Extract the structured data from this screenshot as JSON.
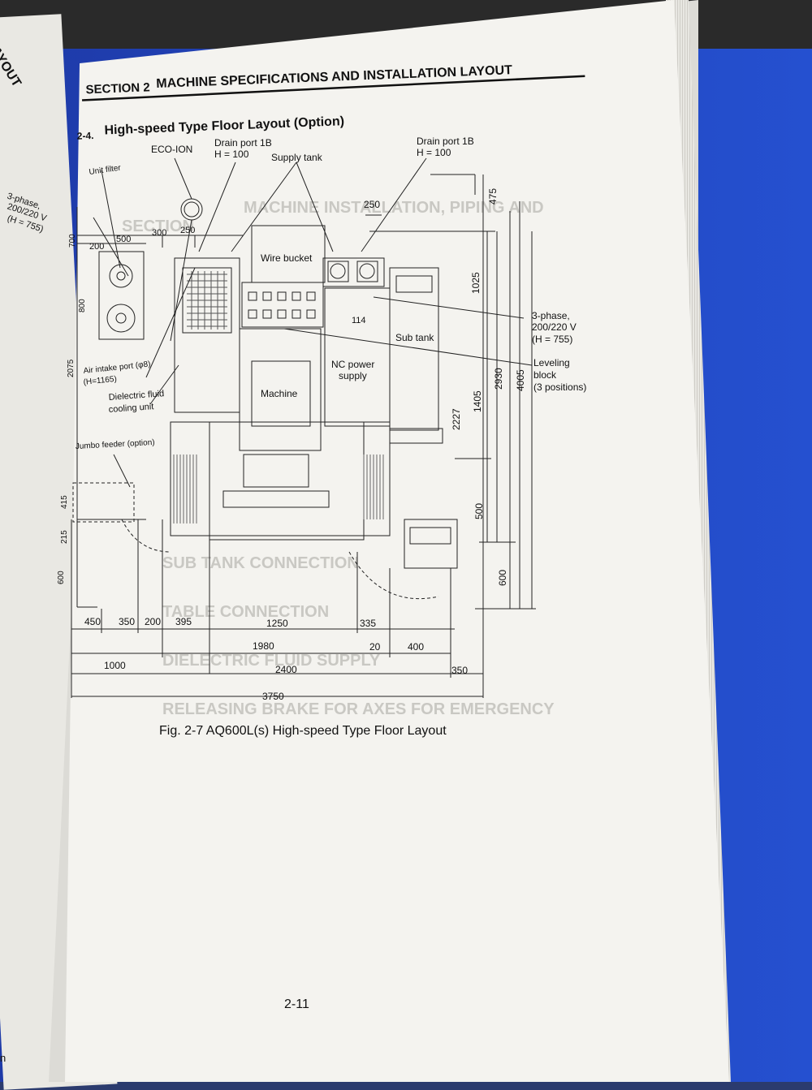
{
  "header": {
    "section": "SECTION 2",
    "section_title": "MACHINE SPECIFICATIONS AND INSTALLATION LAYOUT",
    "subsection_number": "2-4.",
    "subsection_title": "High-speed Type Floor Layout (Option)"
  },
  "left_page": {
    "tab": "AYOUT",
    "note_line1": "3-phase,",
    "note_line2": "200/220 V",
    "note_line3": "(H = 755)",
    "corner": "n"
  },
  "labels": {
    "unit_filter": "Unit filter",
    "eco_ion": "ECO-ION",
    "drain_port_left_1": "Drain port 1B",
    "drain_port_left_2": "H = 100",
    "supply_tank": "Supply tank",
    "drain_port_right_1": "Drain port 1B",
    "drain_port_right_2": "H = 100",
    "wire_bucket": "Wire bucket",
    "sub_tank": "Sub tank",
    "nc_power_1": "NC power",
    "nc_power_2": "supply",
    "machine": "Machine",
    "air_intake_1": "Air intake port (φ8)",
    "air_intake_2": "(H=1165)",
    "dielectric_1": "Dielectric fluid",
    "dielectric_2": "cooling unit",
    "jumbo_feeder": "Jumbo feeder (option)",
    "three_phase_1": "3-phase,",
    "three_phase_2": "200/220 V",
    "three_phase_3": "(H = 755)",
    "leveling_1": "Leveling",
    "leveling_2": "block",
    "leveling_3": "(3 positions)"
  },
  "dimensions": {
    "d250_top": "250",
    "d475": "475",
    "d1025": "1025",
    "d4005": "4005",
    "d2930": "2930",
    "d1405": "1405",
    "d2227": "2227",
    "d500": "500",
    "d600_right": "600",
    "d114": "114",
    "d200_a": "200",
    "d500_a": "500",
    "d300": "300",
    "d250_a": "250",
    "d700": "700",
    "d800": "800",
    "d2075": "2075",
    "d415": "415",
    "d215": "215",
    "d600_left": "600",
    "b450": "450",
    "b350": "350",
    "b200": "200",
    "b395": "395",
    "b1250": "1250",
    "b335": "335",
    "b1980": "1980",
    "b20": "20",
    "b400": "400",
    "b1000": "1000",
    "b2400": "2400",
    "b350_r": "350",
    "b3750": "3750"
  },
  "caption": "Fig. 2-7 AQ600L(s) High-speed Type Floor Layout",
  "page_number": "2-11"
}
